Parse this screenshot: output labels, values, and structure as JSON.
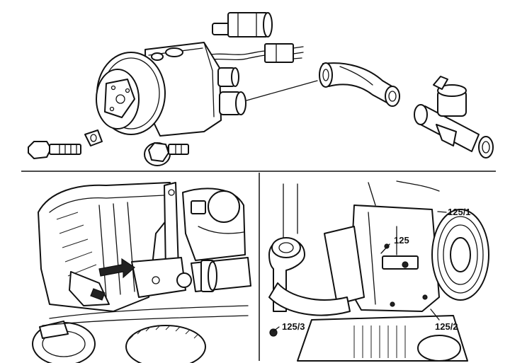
{
  "figure": {
    "callouts": {
      "c125": "125",
      "c125_1": "125/1",
      "c125_2": "125/2",
      "c125_3": "125/3"
    }
  }
}
